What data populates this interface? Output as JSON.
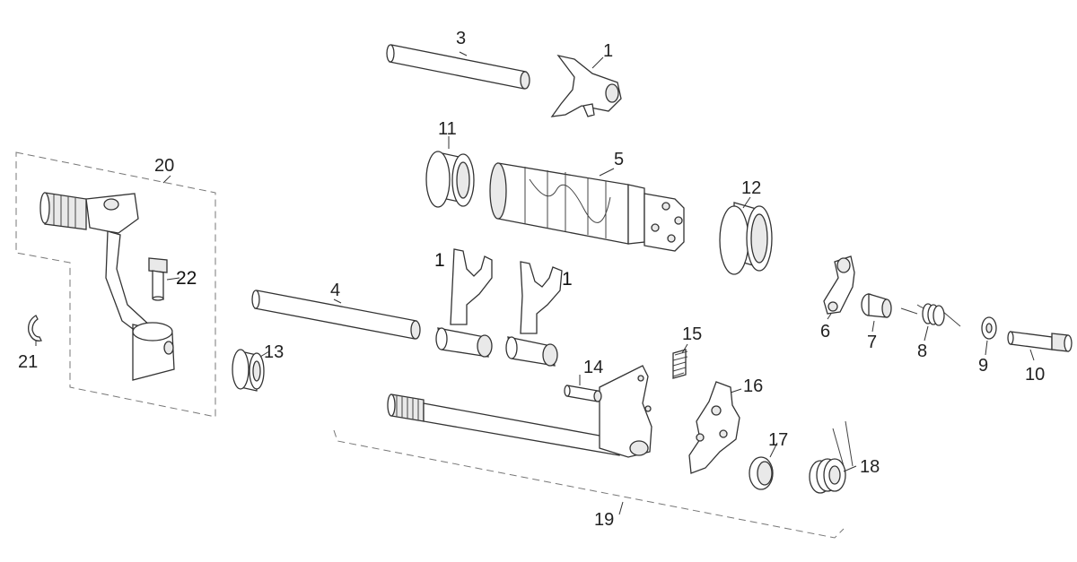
{
  "callouts": {
    "c1a": "1",
    "c1b": "1",
    "c1c": "1",
    "c3": "3",
    "c4": "4",
    "c5": "5",
    "c6": "6",
    "c7": "7",
    "c8": "8",
    "c9": "9",
    "c10": "10",
    "c11": "11",
    "c12": "12",
    "c13": "13",
    "c14": "14",
    "c15": "15",
    "c16": "16",
    "c17": "17",
    "c18": "18",
    "c19": "19",
    "c20": "20",
    "c21": "21",
    "c22": "22"
  }
}
